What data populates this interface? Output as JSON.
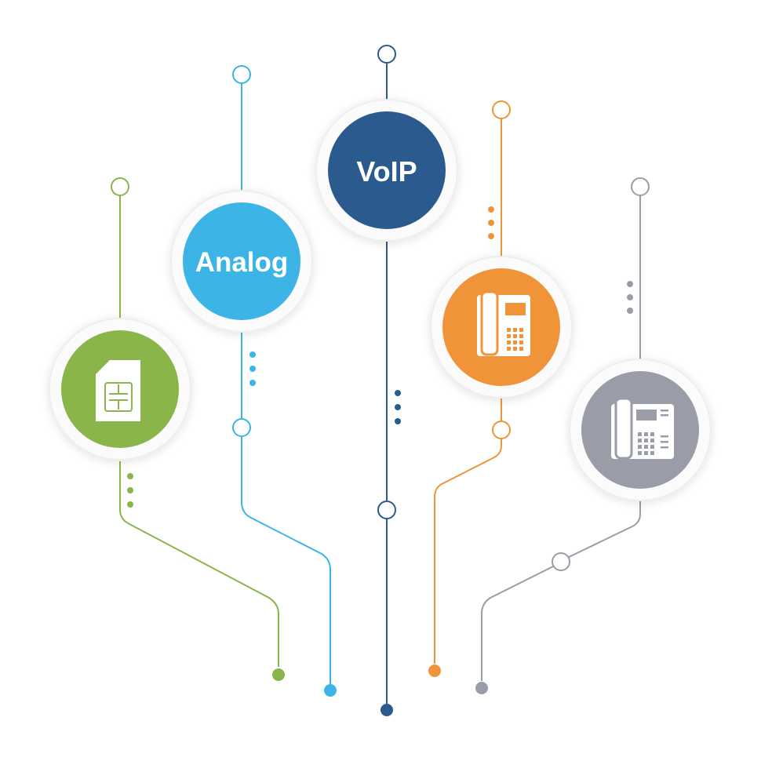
{
  "diagram": {
    "title": "",
    "branches": [
      {
        "id": "sim",
        "label": "",
        "icon": "sim-card-icon",
        "color": "#8ab54a"
      },
      {
        "id": "analog",
        "label": "Analog",
        "icon": "",
        "color": "#3cb4e5"
      },
      {
        "id": "voip",
        "label": "VoIP",
        "icon": "",
        "color": "#2b5a8f"
      },
      {
        "id": "desk-phone-orange",
        "label": "",
        "icon": "desk-phone-icon",
        "color": "#f0943a"
      },
      {
        "id": "desk-phone-gray",
        "label": "",
        "icon": "desk-phone-icon",
        "color": "#9a9ca8"
      }
    ],
    "colors": {
      "background": "#ffffff",
      "halo": "#f3f3f3",
      "icon_fill": "#ffffff"
    }
  }
}
